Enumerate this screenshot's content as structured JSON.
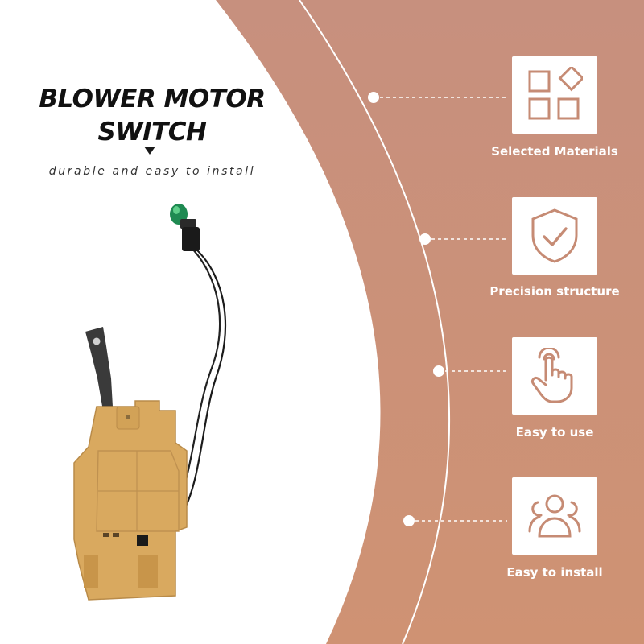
{
  "title": {
    "line1": "BLOWER MOTOR",
    "line2": "SWITCH",
    "tagline": "durable and easy to install"
  },
  "features": [
    {
      "label": "Selected Materials",
      "icon": "materials-grid-icon"
    },
    {
      "label": "Precision structure",
      "icon": "shield-check-icon"
    },
    {
      "label": "Easy to use",
      "icon": "hand-tap-icon"
    },
    {
      "label": "Easy to install",
      "icon": "users-icon"
    }
  ],
  "colors": {
    "panel": "#c98f7a",
    "icon": "#c68b74",
    "text_dark": "#111111",
    "label": "#ffffff",
    "product_body": "#d9a95f",
    "wire": "#222222",
    "led": "#1f8a52"
  }
}
